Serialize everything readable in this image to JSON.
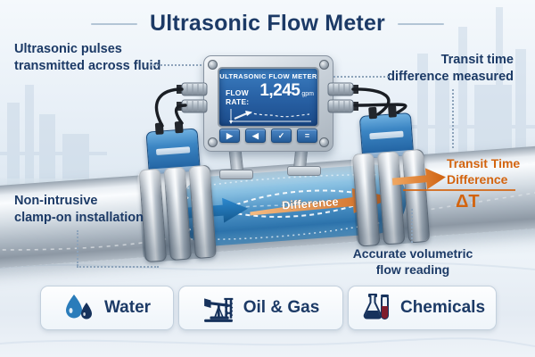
{
  "title": "Ultrasonic Flow Meter",
  "annotations": {
    "ultrasonic_pulses": {
      "line1": "Ultrasonic pulses",
      "line2": "transmitted across fluid"
    },
    "transit_measured": {
      "line1": "Transit time",
      "line2": "difference measured"
    },
    "non_intrusive": {
      "line1": "Non-intrusive",
      "line2": "clamp-on installation"
    },
    "accurate_reading": {
      "line1": "Accurate volumetric",
      "line2": "flow reading"
    },
    "transit_difference": {
      "line1": "Transit Time",
      "line2": "Difference",
      "symbol": "ΔT"
    }
  },
  "pipe": {
    "flow_label": "Difference"
  },
  "device": {
    "header": "ULTRASONIC FLOW METER",
    "flow_rate_label": "FLOW RATE:",
    "flow_rate_value": "1,245",
    "flow_rate_unit": "gpm",
    "buttons": [
      {
        "icon": "right-arrow-icon",
        "glyph": "▶"
      },
      {
        "icon": "left-arrow-icon",
        "glyph": "◀"
      },
      {
        "icon": "check-icon",
        "glyph": "✓"
      },
      {
        "icon": "menu-icon",
        "glyph": "="
      }
    ]
  },
  "industries": [
    {
      "label": "Water",
      "icon": "water-drops-icon"
    },
    {
      "label": "Oil & Gas",
      "icon": "pumpjack-icon"
    },
    {
      "label": "Chemicals",
      "icon": "flask-test-tube-icon"
    }
  ],
  "colors": {
    "navy_text": "#1c3a66",
    "orange": "#d2691e",
    "orange_text": "#d3640f",
    "blue_arrow": "#1b72b8",
    "screen_blue": "#2a64a8",
    "leader_dots": "#8da3ba",
    "card_border": "#c3d0dd"
  }
}
